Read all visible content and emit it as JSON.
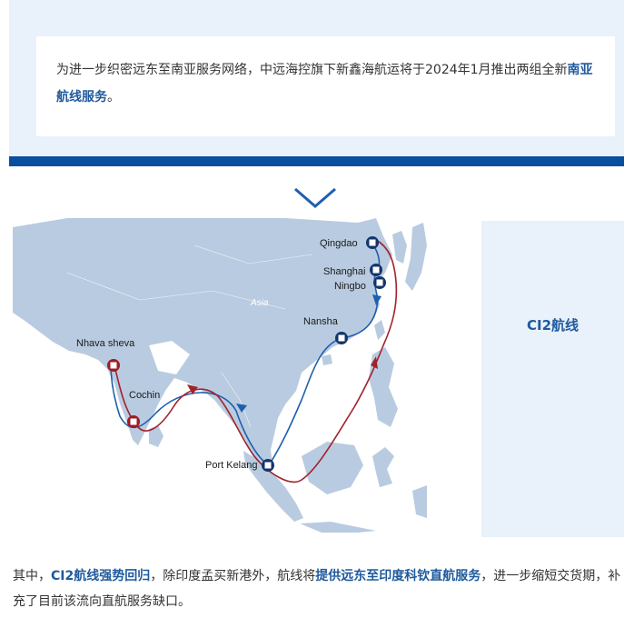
{
  "intro": {
    "text_before": "为进一步织密远东至南亚服务网络，中远海控旗下新鑫海航运将于2024年1月推出两组全新",
    "highlight": "南亚航线服务",
    "text_after": "。"
  },
  "map": {
    "region_label": "Asia",
    "ports": [
      {
        "name": "Qingdao",
        "marker": "blue"
      },
      {
        "name": "Shanghai",
        "marker": "blue"
      },
      {
        "name": "Ningbo",
        "marker": "blue"
      },
      {
        "name": "Nansha",
        "marker": "blue"
      },
      {
        "name": "Port Kelang",
        "marker": "blue"
      },
      {
        "name": "Nhava sheva",
        "marker": "red"
      },
      {
        "name": "Cochin",
        "marker": "red"
      }
    ],
    "colors": {
      "outbound": "#1f5fae",
      "return": "#a0232b",
      "land": "#b9cbe0",
      "sea": "#ffffff"
    }
  },
  "route": {
    "name": "CI2航线"
  },
  "bottom": {
    "p1": "其中，",
    "h1": "CI2航线强势回归",
    "p2": "，除印度孟买新港外，航线将",
    "h2": "提供远东至印度科钦直航服务",
    "p3": "，进一步缩短交货期，补充了目前该流向直航服务缺口。"
  }
}
